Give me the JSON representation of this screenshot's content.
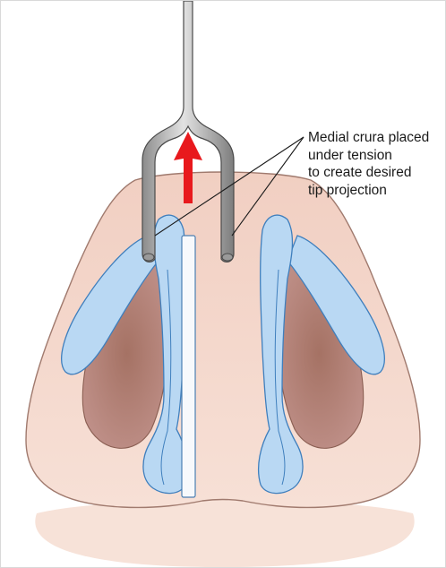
{
  "callout": {
    "lines": [
      "Medial crura placed",
      "under tension",
      "to create desired",
      "tip projection"
    ]
  },
  "colors": {
    "skin": "#f5d8cb",
    "skin_outline": "#9c7468",
    "nostril": "#b07f70",
    "cartilage": "#b9d8f3",
    "cartilage_outline": "#3f7fbd",
    "instrument": "#b8b8b8",
    "arrow": "#e8191d"
  }
}
